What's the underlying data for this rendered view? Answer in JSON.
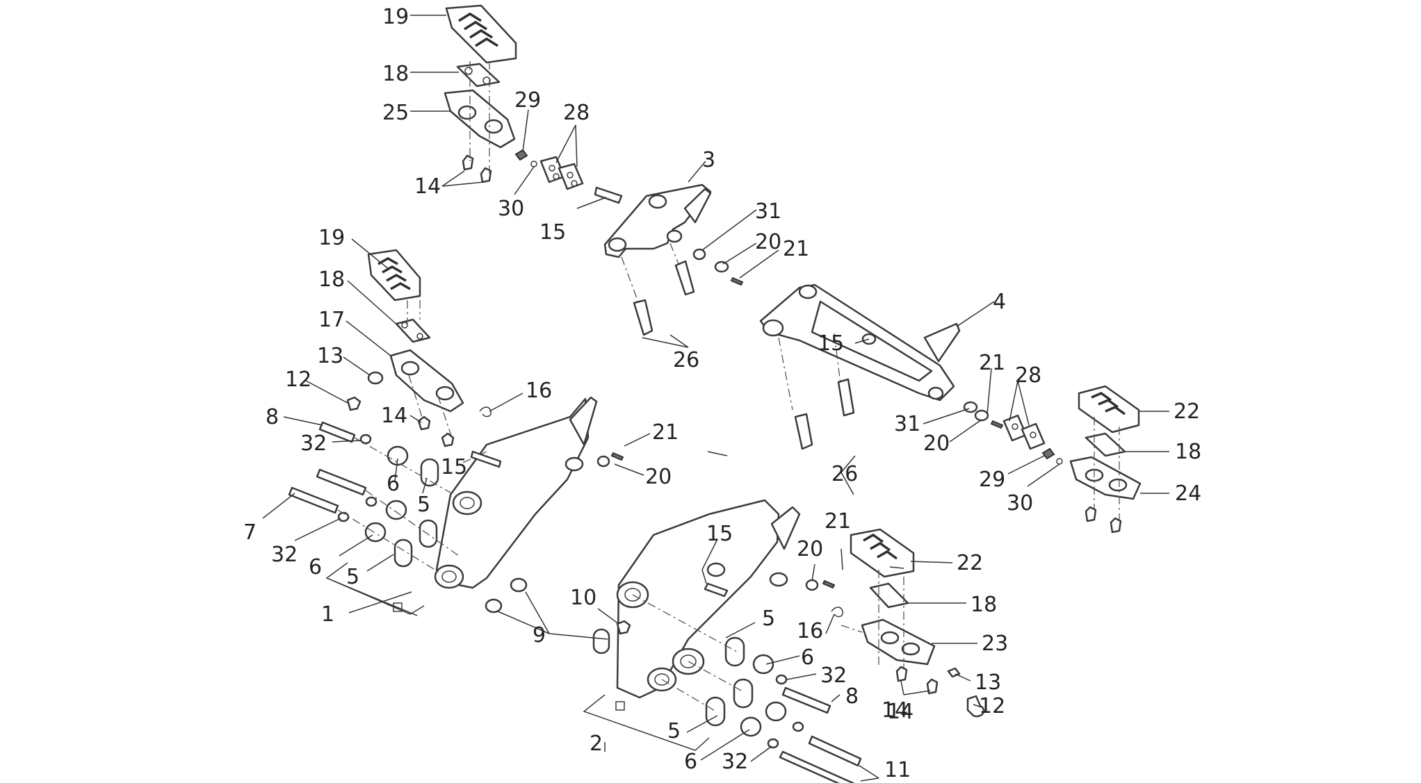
{
  "callouts": [
    {
      "id": "c1",
      "text": "19"
    },
    {
      "id": "c2",
      "text": "18"
    },
    {
      "id": "c3",
      "text": "25"
    },
    {
      "id": "c4",
      "text": "29"
    },
    {
      "id": "c5",
      "text": "28"
    },
    {
      "id": "c6",
      "text": "14"
    },
    {
      "id": "c7",
      "text": "30"
    },
    {
      "id": "c8",
      "text": "3"
    },
    {
      "id": "c9",
      "text": "15"
    },
    {
      "id": "c10",
      "text": "31"
    },
    {
      "id": "c11",
      "text": "20"
    },
    {
      "id": "c12",
      "text": "21"
    },
    {
      "id": "c13",
      "text": "19"
    },
    {
      "id": "c14",
      "text": "18"
    },
    {
      "id": "c15",
      "text": "17"
    },
    {
      "id": "c16",
      "text": "13"
    },
    {
      "id": "c17",
      "text": "12"
    },
    {
      "id": "c18",
      "text": "26"
    },
    {
      "id": "c19",
      "text": "4"
    },
    {
      "id": "c20",
      "text": "15"
    },
    {
      "id": "c21",
      "text": "21"
    },
    {
      "id": "c22",
      "text": "28"
    },
    {
      "id": "c23",
      "text": "16"
    },
    {
      "id": "c24",
      "text": "14"
    },
    {
      "id": "c25",
      "text": "8"
    },
    {
      "id": "c26",
      "text": "21"
    },
    {
      "id": "c27",
      "text": "22"
    },
    {
      "id": "c28",
      "text": "31"
    },
    {
      "id": "c29",
      "text": "32"
    },
    {
      "id": "c30",
      "text": "20"
    },
    {
      "id": "c31",
      "text": "18"
    },
    {
      "id": "c32",
      "text": "15"
    },
    {
      "id": "c33",
      "text": "20"
    },
    {
      "id": "c34",
      "text": "26"
    },
    {
      "id": "c35",
      "text": "29"
    },
    {
      "id": "c36",
      "text": "30"
    },
    {
      "id": "c37",
      "text": "24"
    },
    {
      "id": "c38",
      "text": "6"
    },
    {
      "id": "c39",
      "text": "5"
    },
    {
      "id": "c40",
      "text": "7"
    },
    {
      "id": "c41",
      "text": "15"
    },
    {
      "id": "c42",
      "text": "21"
    },
    {
      "id": "c43",
      "text": "32"
    },
    {
      "id": "c44",
      "text": "20"
    },
    {
      "id": "c45",
      "text": "22"
    },
    {
      "id": "c46",
      "text": "6"
    },
    {
      "id": "c47",
      "text": "5"
    },
    {
      "id": "c48",
      "text": "14"
    },
    {
      "id": "c49",
      "text": "10"
    },
    {
      "id": "c50",
      "text": "18"
    },
    {
      "id": "c51",
      "text": "1"
    },
    {
      "id": "c52",
      "text": "5"
    },
    {
      "id": "c53",
      "text": "16"
    },
    {
      "id": "c54",
      "text": "9"
    },
    {
      "id": "c55",
      "text": "23"
    },
    {
      "id": "c56",
      "text": "6"
    },
    {
      "id": "c57",
      "text": "32"
    },
    {
      "id": "c58",
      "text": "13"
    },
    {
      "id": "c59",
      "text": "8"
    },
    {
      "id": "c60",
      "text": "14"
    },
    {
      "id": "c61",
      "text": "12"
    },
    {
      "id": "c62",
      "text": "5"
    },
    {
      "id": "c63",
      "text": "2"
    },
    {
      "id": "c64",
      "text": "6"
    },
    {
      "id": "c65",
      "text": "32"
    },
    {
      "id": "c66",
      "text": "11"
    }
  ]
}
